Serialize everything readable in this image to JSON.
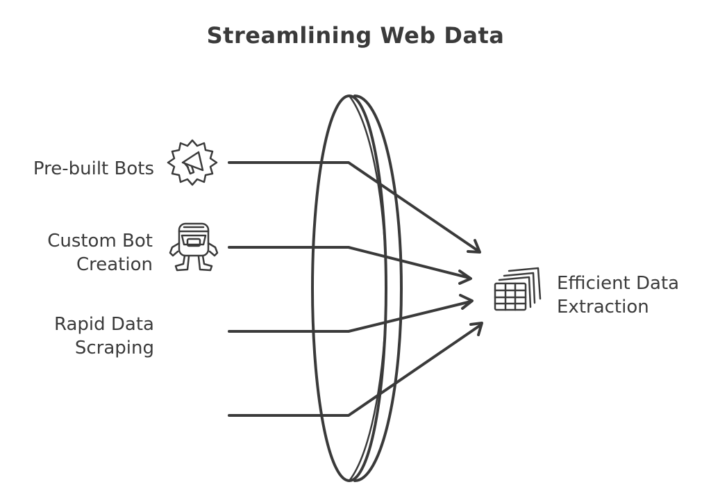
{
  "title": "Streamlining Web Data",
  "inputs": [
    {
      "lines": [
        "Pre-built Bots"
      ],
      "icon": "gear-megaphone-icon"
    },
    {
      "lines": [
        "Custom Bot",
        "Creation"
      ],
      "icon": "robot-icon"
    },
    {
      "lines": [
        "Rapid Data",
        "Scraping"
      ],
      "icon": ""
    }
  ],
  "output": {
    "lines": [
      "Efficient Data",
      "Extraction"
    ],
    "icon": "stacked-spreadsheets-icon"
  },
  "colors": {
    "stroke": "#3a3a3a",
    "background": "#ffffff"
  }
}
